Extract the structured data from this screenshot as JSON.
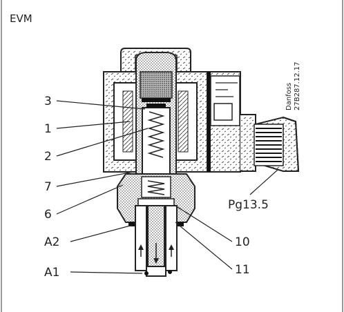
{
  "title": "EVM",
  "callouts": {
    "c3": "3",
    "c1": "1",
    "c2": "2",
    "c7": "7",
    "c6": "6",
    "a2": "A2",
    "a1": "A1",
    "c10": "10",
    "c11": "11",
    "pg": "Pg13.5"
  },
  "credit": {
    "brand": "Danfoss",
    "code": "27B287.12.17"
  }
}
